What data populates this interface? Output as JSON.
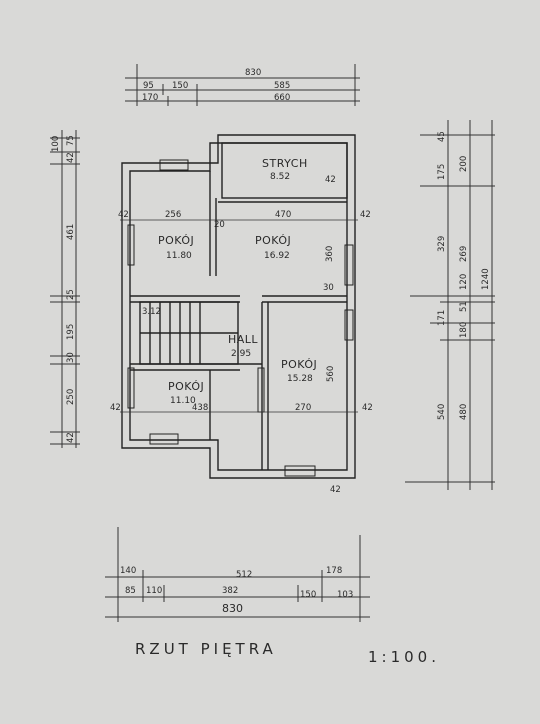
{
  "rooms": {
    "strych": {
      "name": "STRYCH",
      "area": "8.52"
    },
    "pokoj_top_left": {
      "name": "POKÓJ",
      "area": "11.80"
    },
    "pokoj_top_center": {
      "name": "POKÓJ",
      "area": "16.92"
    },
    "hall": {
      "name": "HALL",
      "area": "2.95"
    },
    "pokoj_bottom_left": {
      "name": "POKÓJ",
      "area": "11.10"
    },
    "pokoj_bottom_right": {
      "name": "POKÓJ",
      "area": "15.28"
    }
  },
  "plan_dims": {
    "strych_height": "42",
    "d256": "256",
    "d20": "20",
    "d470": "470",
    "left_42_top": "42",
    "right_42_top": "42",
    "d360": "360",
    "d30": "30",
    "stairs_area": "3.12",
    "d560": "560",
    "d438": "438",
    "d270": "270",
    "left_42_bottom": "42",
    "right_42_bottom": "42",
    "bottom_42": "42"
  },
  "top_dims": {
    "overall": "830",
    "row2": [
      "95",
      "150",
      "585"
    ],
    "row3": [
      "170",
      "660"
    ]
  },
  "left_dims": {
    "outer": [
      "100",
      "42",
      "75",
      "461",
      "25",
      "195",
      "30",
      "250",
      "42"
    ]
  },
  "right_dims": {
    "col1": [
      "175",
      "329",
      "171",
      "540"
    ],
    "col2": [
      "200",
      "269",
      "120",
      "51",
      "180",
      "480"
    ],
    "col3": [
      "1240"
    ],
    "top_small": "45"
  },
  "bottom_dims": {
    "row1": [
      "140",
      "512",
      "178"
    ],
    "row2": [
      "85",
      "110",
      "382",
      "150",
      "103"
    ],
    "overall": "830"
  },
  "title": "RZUT PIĘTRA",
  "scale": "1:100."
}
